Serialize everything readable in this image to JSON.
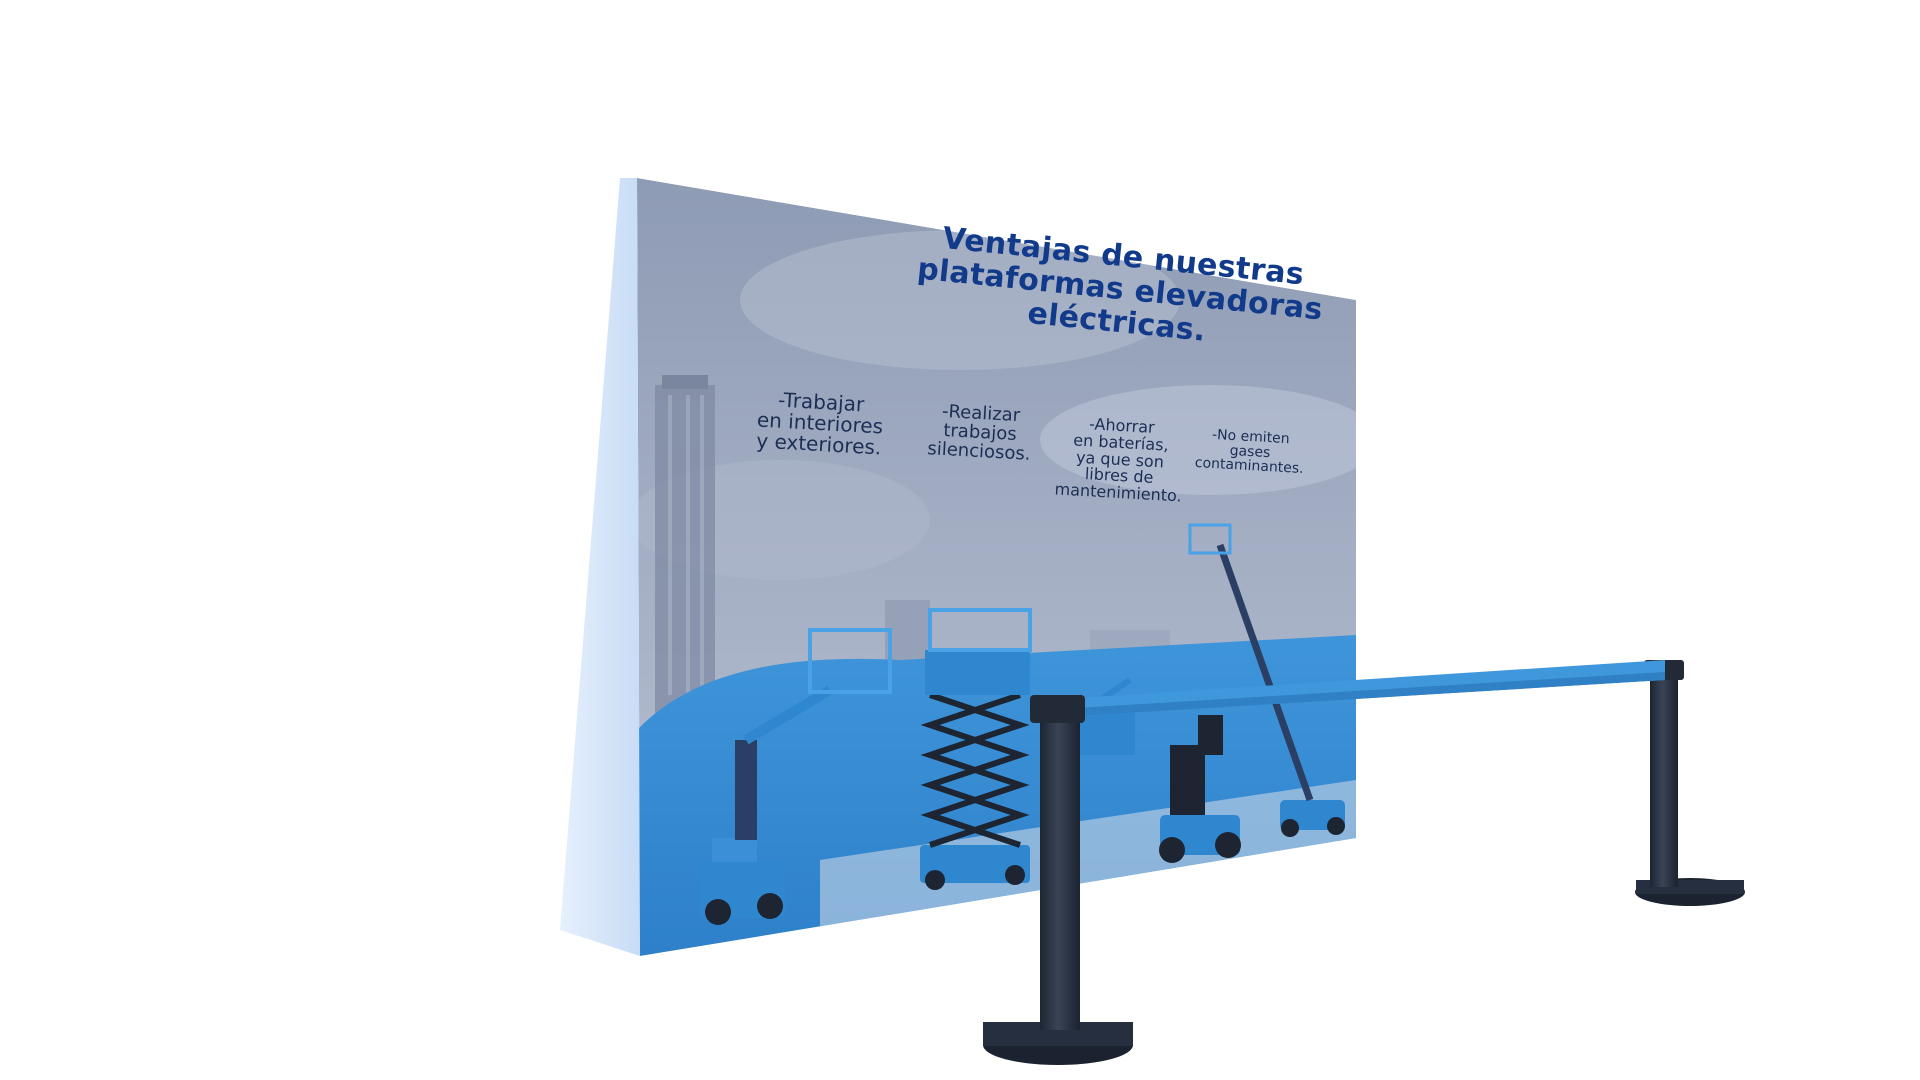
{
  "banner": {
    "headline": [
      "Ventajas de nuestras",
      "plataformas elevadoras",
      "eléctricas."
    ],
    "benefits": [
      {
        "lines": [
          "-Trabajar",
          "en interiores",
          "y exteriores."
        ]
      },
      {
        "lines": [
          "-Realizar",
          "trabajos",
          "silenciosos."
        ]
      },
      {
        "lines": [
          "-Ahorrar",
          "en baterías,",
          "ya que son",
          "libres de",
          "mantenimiento."
        ]
      },
      {
        "lines": [
          "-No emiten",
          "gases",
          "contaminantes."
        ]
      }
    ],
    "machines": [
      {
        "type": "vertical-mast-boom-lift"
      },
      {
        "type": "scissor-lift"
      },
      {
        "type": "articulating-boom-lift"
      },
      {
        "type": "compact-articulating-boom-lift"
      },
      {
        "type": "telescopic-boom-lift"
      }
    ]
  },
  "colors": {
    "panel_blue": "#3b8fd6",
    "panel_sky": "#9faac1",
    "headline_text": "#123a8a",
    "benefit_text": "#1c2e54",
    "belt": "#3f97dc",
    "stanchion": "#2b3444",
    "panel_edge": "#dbe9fb"
  },
  "stanchions": {
    "count": 2,
    "belt_color": "#3f97dc"
  }
}
